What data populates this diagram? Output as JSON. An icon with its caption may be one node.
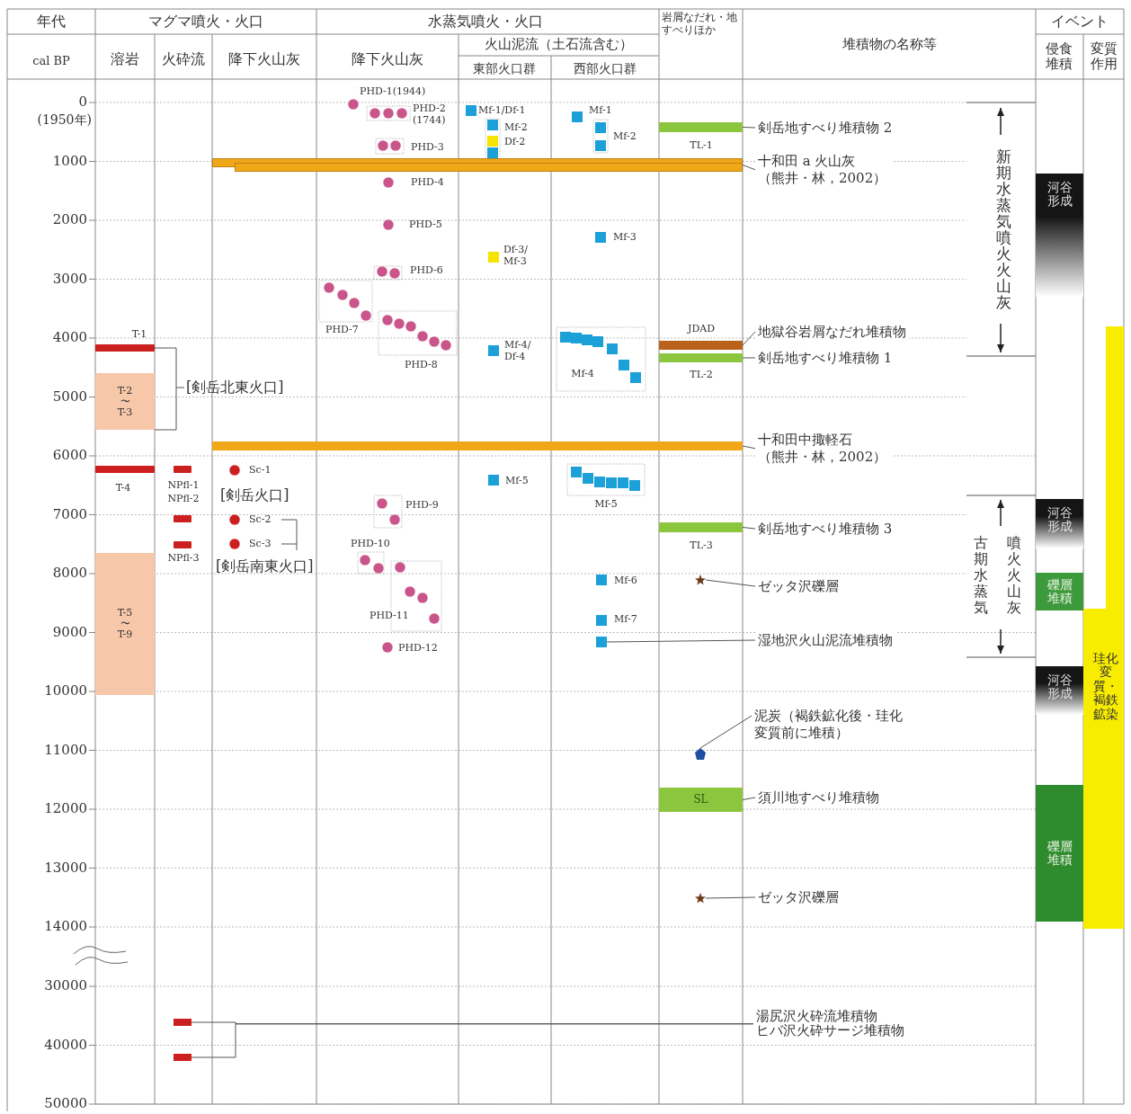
{
  "diagram": {
    "nodes": [
      {
        "text": [
          "T-2 〜 T-3"
        ]
      },
      {
        "text": [
          "T-5 〜 T-9"
        ]
      },
      {
        "text": [],
        "shape": "bar"
      },
      {
        "text": [
          "剣岳地すべり堆積物 2"
        ]
      },
      {
        "text": [],
        "shape": "bar"
      },
      {
        "text": [
          "十和田 a 火山灰（熊井・林，2002）"
        ]
      },
      {
        "text": [],
        "shape": "bar"
      },
      {
        "text": [
          "地獄谷岩屑なだれ堆積物"
        ]
      },
      {
        "text": [],
        "shape": "bar"
      },
      {
        "text": [
          "剣岳地すべり堆積物 1"
        ]
      },
      {
        "text": [],
        "shape": "bar"
      },
      {
        "text": [
          "十和田中掫軽石（熊井・林，2002）"
        ]
      },
      {
        "text": [],
        "shape": "bar"
      },
      {
        "text": [
          "剣岳地すべり堆積物 3"
        ]
      },
      {
        "text": [],
        "shape": "star"
      },
      {
        "text": [
          "ゼッタ沢礫層"
        ]
      },
      {
        "text": [],
        "shape": "box"
      },
      {
        "text": [
          "湿地沢火山泥流堆積物"
        ]
      },
      {
        "text": [],
        "shape": "diamond"
      },
      {
        "text": [
          "泥炭（褐鉄鉱化後・珪化変質前に堆積）"
        ]
      },
      {
        "text": [
          "SL"
        ]
      },
      {
        "text": [
          "須川地すべり堆積物"
        ]
      },
      {
        "text": [],
        "shape": "star"
      },
      {
        "text": [
          "ゼッタ沢礫層"
        ]
      },
      {
        "text": [],
        "shape": "bar"
      },
      {
        "text": [],
        "shape": "bar"
      },
      {
        "text": [
          "湯尻沢火砕流堆積物",
          "ヒバ沢火砕サージ堆積物"
        ]
      },
      {
        "text": [
          "河谷形成"
        ]
      },
      {
        "text": [
          "河谷形成"
        ]
      },
      {
        "text": [
          "礫層堆積"
        ]
      },
      {
        "text": [
          "河谷形成"
        ]
      },
      {
        "text": [
          "礫層堆積"
        ]
      },
      {
        "text": [
          "珪化変質・褐鉄鉱染"
        ]
      }
    ],
    "edges": [
      {
        "from": 2,
        "to": 3,
        "arrow": "none"
      },
      {
        "from": 4,
        "to": 5,
        "arrow": "none"
      },
      {
        "from": 6,
        "to": 7,
        "arrow": "none"
      },
      {
        "from": 8,
        "to": 9,
        "arrow": "none"
      },
      {
        "from": 10,
        "to": 11,
        "arrow": "none"
      },
      {
        "from": 12,
        "to": 13,
        "arrow": "none"
      },
      {
        "from": 14,
        "to": 15,
        "arrow": "none"
      },
      {
        "from": 16,
        "to": 17,
        "arrow": "none"
      },
      {
        "from": 18,
        "to": 19,
        "arrow": "none"
      },
      {
        "from": 20,
        "to": 21,
        "arrow": "none"
      },
      {
        "from": 22,
        "to": 23,
        "arrow": "none"
      },
      {
        "from": 24,
        "to": 26,
        "arrow": "none"
      },
      {
        "from": 25,
        "to": 26,
        "arrow": "none"
      }
    ],
    "labels": [
      "年代",
      "マグマ噴火・火口",
      "水蒸気噴火・火口",
      "岩屑なだれ・地すべりほか",
      "イベント",
      "cal BP",
      "溶岩",
      "火砕流",
      "降下火山灰",
      "降下火山灰",
      "火山泥流（土石流含む）",
      "東部火口群",
      "西部火口群",
      "堆積物の名称等",
      "侵食堆積",
      "変質作用",
      "0",
      "(1950年)",
      "1000",
      "2000",
      "3000",
      "4000",
      "5000",
      "6000",
      "7000",
      "8000",
      "9000",
      "10000",
      "11000",
      "12000",
      "13000",
      "14000",
      "30000",
      "40000",
      "50000",
      "T-1",
      "[剣岳北東火口]",
      "T-4",
      "NPfl-1",
      "NPfl-2",
      "NPfl-3",
      "Sc-1",
      "[剣岳火口]",
      "Sc-2",
      "Sc-3",
      "[剣岳南東火口]",
      "PHD-1(1944)",
      "PHD-2 (1744)",
      "PHD-3",
      "PHD-4",
      "PHD-5",
      "PHD-6",
      "PHD-7",
      "PHD-8",
      "PHD-9",
      "PHD-10",
      "PHD-11",
      "PHD-12",
      "Mf-1/Df-1",
      "Mf-2",
      "Df-2",
      "Df-3/ Mf-3",
      "Mf-4/ Df-4",
      "Mf-5",
      "Mf-1",
      "Mf-2",
      "Mf-3",
      "Mf-4",
      "Mf-5",
      "Mf-6",
      "Mf-7",
      "TL-1",
      "JDAD",
      "TL-2",
      "TL-3",
      "新期水蒸気噴火火山灰",
      "古期水蒸気噴火火山灰"
    ]
  }
}
